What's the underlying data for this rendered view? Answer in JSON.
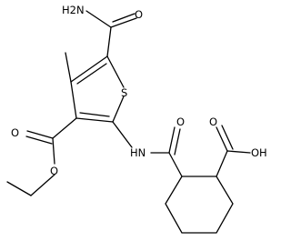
{
  "molecule": {
    "atom_labels": {
      "amide_nh2": "H2N",
      "amide_o": "O",
      "ring_s": "S",
      "ester_carbonyl_o": "O",
      "ester_ether_o": "O",
      "amide_nh": "HN",
      "amide2_o": "O",
      "acid_o": "O",
      "acid_oh": "OH"
    }
  }
}
